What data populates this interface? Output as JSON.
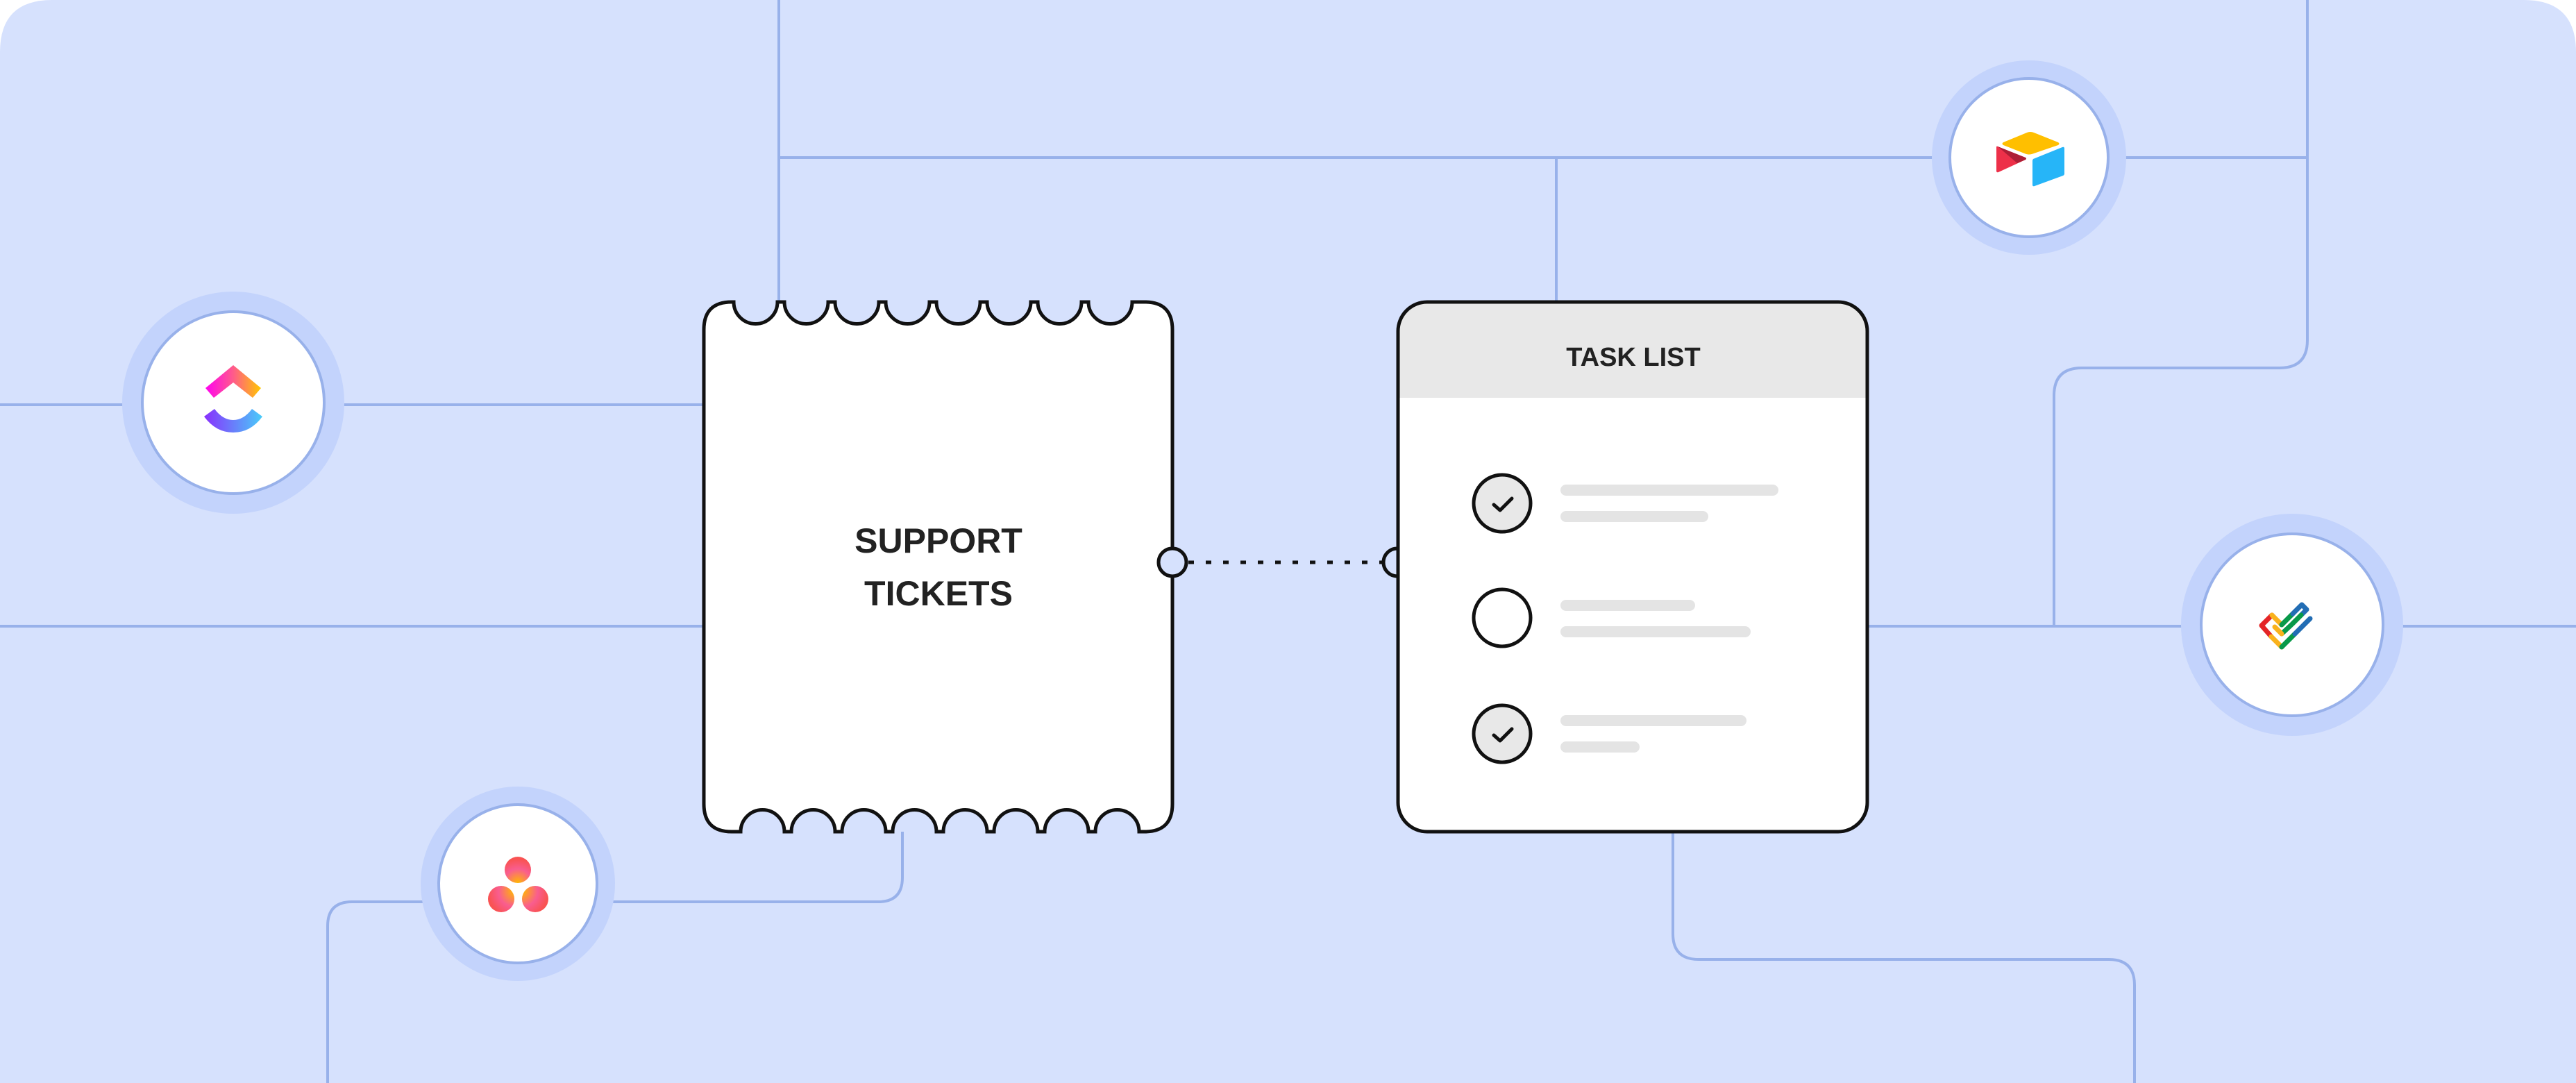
{
  "colors": {
    "background": "#d6e1fd",
    "connector_line": "#98b1ea",
    "halo": "#c3d3fc",
    "card_fill": "#ffffff",
    "card_stroke": "#111111",
    "header_fill": "#e8e8e8",
    "placeholder_bar": "#e4e4e4",
    "text": "#222222"
  },
  "support_card": {
    "title_line1": "SUPPORT",
    "title_line2": "TICKETS"
  },
  "task_card": {
    "title": "TASK LIST",
    "items": [
      {
        "checked": true,
        "icon": "check-icon"
      },
      {
        "checked": false,
        "icon": "empty-circle"
      },
      {
        "checked": true,
        "icon": "check-icon"
      }
    ]
  },
  "integrations": [
    {
      "name": "ClickUp",
      "icon": "clickup-logo-icon"
    },
    {
      "name": "Asana",
      "icon": "asana-logo-icon"
    },
    {
      "name": "Airtable",
      "icon": "airtable-logo-icon"
    },
    {
      "name": "Zoho Projects",
      "icon": "zoho-check-logo-icon"
    }
  ]
}
